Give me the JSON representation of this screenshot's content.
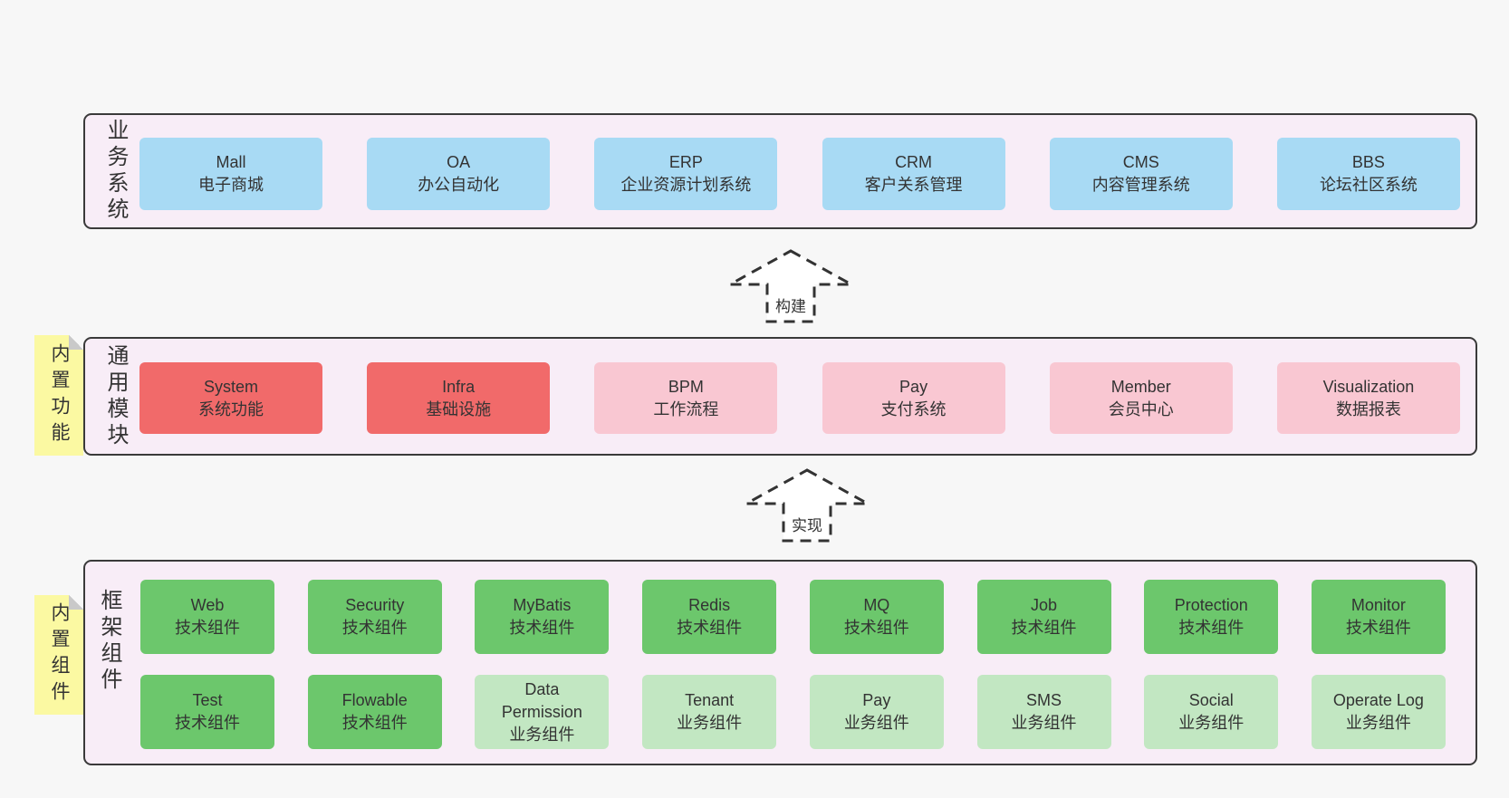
{
  "colors": {
    "page_bg": "#f7f7f7",
    "panel_fill": "#f8edf7",
    "panel_border": "#3a3a3a",
    "blue": "#a8daf4",
    "red": "#f16a6a",
    "pink": "#f9c7d2",
    "green": "#6cc76c",
    "light_green": "#c2e7c2",
    "note_yellow": "#fbf9a2",
    "note_fold": "#c9c9c9",
    "text": "#333333"
  },
  "arrows": [
    {
      "label": "构建"
    },
    {
      "label": "实现"
    }
  ],
  "layers": [
    {
      "label": "业务系统",
      "boxes": [
        {
          "name": "Mall",
          "sub": "电子商城"
        },
        {
          "name": "OA",
          "sub": "办公自动化"
        },
        {
          "name": "ERP",
          "sub": "企业资源计划系统"
        },
        {
          "name": "CRM",
          "sub": "客户关系管理"
        },
        {
          "name": "CMS",
          "sub": "内容管理系统"
        },
        {
          "name": "BBS",
          "sub": "论坛社区系统"
        }
      ]
    },
    {
      "label": "通用模块",
      "note": "内置功能",
      "boxes": [
        {
          "name": "System",
          "sub": "系统功能"
        },
        {
          "name": "Infra",
          "sub": "基础设施"
        },
        {
          "name": "BPM",
          "sub": "工作流程"
        },
        {
          "name": "Pay",
          "sub": "支付系统"
        },
        {
          "name": "Member",
          "sub": "会员中心"
        },
        {
          "name": "Visualization",
          "sub": "数据报表"
        }
      ]
    },
    {
      "label": "框架组件",
      "note": "内置组件",
      "boxes": [
        {
          "name": "Web",
          "sub": "技术组件"
        },
        {
          "name": "Security",
          "sub": "技术组件"
        },
        {
          "name": "MyBatis",
          "sub": "技术组件"
        },
        {
          "name": "Redis",
          "sub": "技术组件"
        },
        {
          "name": "MQ",
          "sub": "技术组件"
        },
        {
          "name": "Job",
          "sub": "技术组件"
        },
        {
          "name": "Protection",
          "sub": "技术组件"
        },
        {
          "name": "Monitor",
          "sub": "技术组件"
        },
        {
          "name": "Test",
          "sub": "技术组件"
        },
        {
          "name": "Flowable",
          "sub": "技术组件"
        },
        {
          "name": "Data Permission",
          "sub": "业务组件"
        },
        {
          "name": "Tenant",
          "sub": "业务组件"
        },
        {
          "name": "Pay",
          "sub": "业务组件"
        },
        {
          "name": "SMS",
          "sub": "业务组件"
        },
        {
          "name": "Social",
          "sub": "业务组件"
        },
        {
          "name": "Operate Log",
          "sub": "业务组件"
        }
      ]
    }
  ]
}
